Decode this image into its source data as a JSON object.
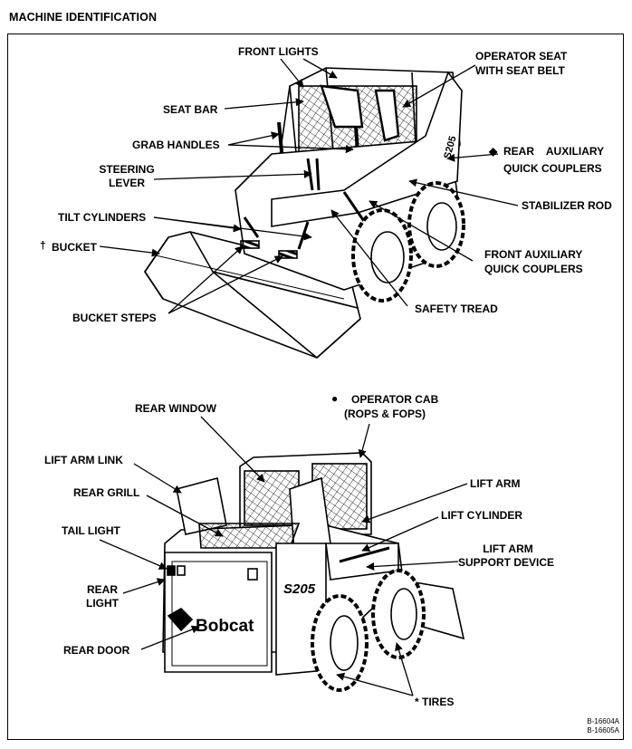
{
  "page": {
    "title": "MACHINE IDENTIFICATION",
    "codes": [
      "B-16604A",
      "B-16605A"
    ]
  },
  "front_view": {
    "labels": {
      "front_lights": "FRONT LIGHTS",
      "operator_seat_1": "OPERATOR SEAT",
      "operator_seat_2": "WITH SEAT BELT",
      "seat_bar": "SEAT BAR",
      "grab_handles": "GRAB HANDLES",
      "rear_aux_symbol": "◆",
      "rear_aux_1": "REAR    AUXILIARY",
      "rear_aux_2": "QUICK COUPLERS",
      "steering_1": "STEERING",
      "steering_2": "LEVER",
      "stabilizer_rod": "STABILIZER ROD",
      "tilt_cylinders": "TILT CYLINDERS",
      "bucket_symbol": "†",
      "bucket": "BUCKET",
      "front_aux_1": "FRONT AUXILIARY",
      "front_aux_2": "QUICK COUPLERS",
      "safety_tread": "SAFETY TREAD",
      "bucket_steps": "BUCKET STEPS",
      "machine_badge": "S205"
    }
  },
  "rear_view": {
    "labels": {
      "rear_window": "REAR WINDOW",
      "cab_symbol": "●",
      "operator_cab_1": "OPERATOR CAB",
      "operator_cab_2": "(ROPS & FOPS)",
      "lift_arm_link": "LIFT ARM LINK",
      "lift_arm": "LIFT ARM",
      "rear_grill": "REAR GRILL",
      "lift_cylinder": "LIFT CYLINDER",
      "tail_light": "TAIL LIGHT",
      "lift_arm_support_1": "LIFT ARM",
      "lift_arm_support_2": "SUPPORT DEVICE",
      "rear_light_1": "REAR",
      "rear_light_2": "LIGHT",
      "rear_door": "REAR DOOR",
      "tires": "* TIRES",
      "brand": "Bobcat",
      "model": "S205"
    }
  }
}
